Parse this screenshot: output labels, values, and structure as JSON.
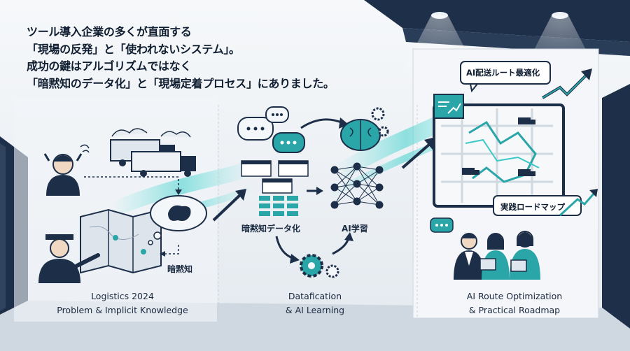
{
  "headline": {
    "lines": [
      "ツール導入企業の多くが直面する",
      "「現場の反発」と「使われないシステム」。",
      "成功の鍵はアルゴリズムではなく",
      "「暗黙知のデータ化」と「現場定着プロセス」にありました。"
    ]
  },
  "left_panel": {
    "caption_line1": "Logistics 2024",
    "caption_line2": "Problem & Implicit Knowledge",
    "tacit_label": "暗黙知"
  },
  "middle_panel": {
    "caption_line1": "Datafication",
    "caption_line2": "& AI Learning",
    "datafication_label": "暗黙知データ化",
    "ai_learning_label": "AI学習"
  },
  "right_panel": {
    "caption_line1": "AI Route Optimization",
    "caption_line2": "& Practical Roadmap",
    "route_bubble": "AI配送ルート最適化",
    "roadmap_bubble": "実践ロードマップ"
  },
  "colors": {
    "navy": "#1c2e48",
    "teal": "#2aa6a8",
    "accent": "#3cc8c6",
    "background": "#e9eef3"
  }
}
